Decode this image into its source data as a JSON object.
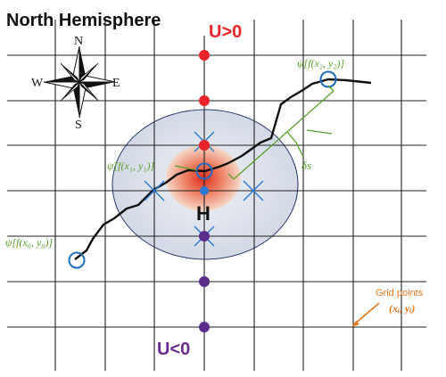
{
  "title": "North Hemisphere",
  "u_positive_label": "U>0",
  "u_negative_label": "U<0",
  "high_label": "H",
  "compass": {
    "north": "N",
    "south": "S",
    "east": "E",
    "west": "W"
  },
  "labels": {
    "psi_x2y2": "ψ[f(x₂, y₂)]",
    "psi_tilde_x1y1": "ψ̃[f(x₁, y₁)]",
    "psi_x0y0": "ψ[f(x₀, y₀)]",
    "delta_s": "δs",
    "grid_points": "Grid points",
    "grid_points_coord": "(xᵢ, yᵢ)"
  },
  "colors": {
    "u_positive": "#e8242a",
    "u_negative": "#6a2c91",
    "green_label": "#5aa02c",
    "orange_label": "#e87722",
    "marker_blue": "#1e6bbf",
    "grid": "#222222"
  }
}
